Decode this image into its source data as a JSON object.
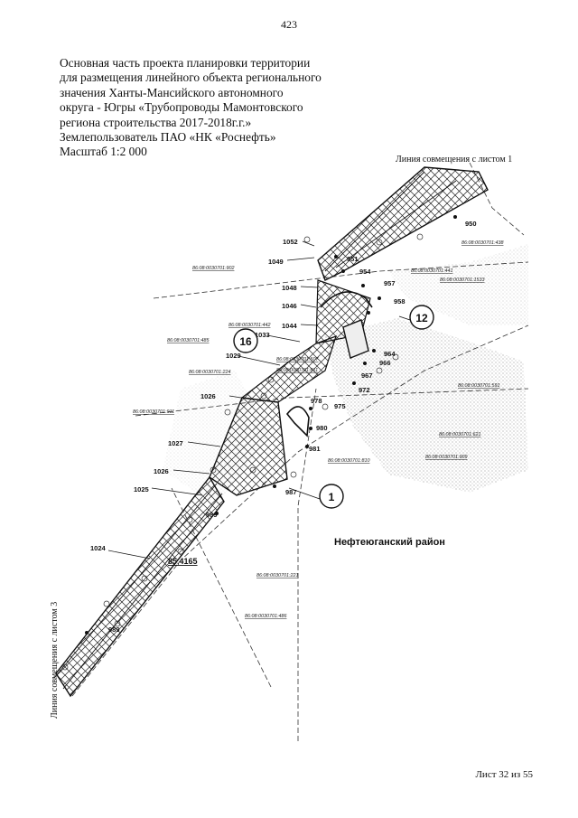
{
  "page_number": "423",
  "title_lines": [
    "Основная часть проекта планировки территории",
    "для размещения линейного объекта регионального",
    "значения Ханты-Мансийского автономного",
    "округа - Югры «Трубопроводы Мамонтовского",
    "региона строительства 2017-2018г.г.»",
    "Землепользователь ПАО «НК «Роснефть»",
    "Масштаб 1:2 000"
  ],
  "join_line_top": "Линия совмещения с листом 1",
  "join_line_left": "Линия совмещения с листом 3",
  "district": "Нефтеюганский район",
  "sheet_label": "Лист 32 из 55",
  "elevation": "85,4165",
  "point_labels": [
    "950",
    "951",
    "954",
    "957",
    "958",
    "964",
    "966",
    "967",
    "972",
    "975",
    "978",
    "980",
    "981",
    "987",
    "989",
    "989",
    "1024",
    "1025",
    "1026",
    "1026",
    "1027",
    "1029",
    "1033",
    "1044",
    "1046",
    "1048",
    "1049",
    "1052"
  ],
  "cadastral_labels": [
    "86:08:0030701:438",
    "86:08:0030701:441",
    "86:08:0030701:1533",
    "86:08:0030701:902",
    "86:08:0030701:442",
    "86:08:0030701:485",
    "86:08:0030701:224",
    "86:08:0030701:507",
    "86:08:0030701:811",
    "86:08:0030701:911",
    "86:08:0030701:591",
    "86:08:0030701:621",
    "86:08:0030701:810",
    "86:08:0030701:909",
    "86:08:0030701:221",
    "86:08:0030701:486"
  ],
  "callouts": [
    "12",
    "16",
    "1"
  ]
}
